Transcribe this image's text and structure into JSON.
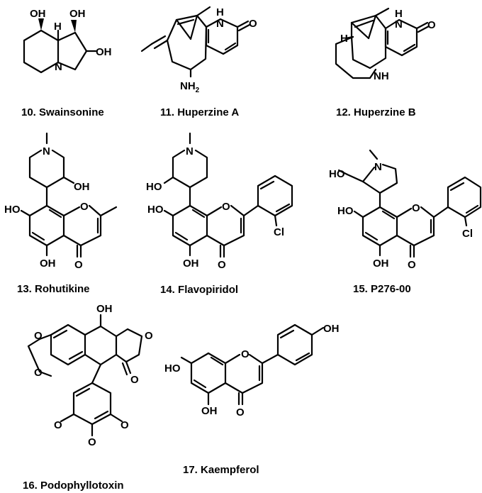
{
  "compounds": [
    {
      "number": "10.",
      "name": "Swainsonine"
    },
    {
      "number": "11.",
      "name": "Huperzine A"
    },
    {
      "number": "12.",
      "name": "Huperzine B"
    },
    {
      "number": "13.",
      "name": "Rohutikine"
    },
    {
      "number": "14.",
      "name": "Flavopiridol"
    },
    {
      "number": "15.",
      "name": "P276-00"
    },
    {
      "number": "16.",
      "name": "Podophyllotoxin"
    },
    {
      "number": "17.",
      "name": "Kaempferol"
    }
  ],
  "atoms": {
    "OH": "OH",
    "HO": "HO",
    "H": "H",
    "N": "N",
    "NH": "NH",
    "NH2_main": "NH",
    "NH2_sub": "2",
    "HN_top": "H",
    "O": "O",
    "Cl": "Cl"
  }
}
